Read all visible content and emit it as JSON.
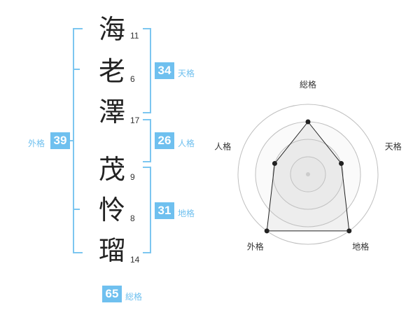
{
  "characters": [
    {
      "char": "海",
      "strokes": "11"
    },
    {
      "char": "老",
      "strokes": "6"
    },
    {
      "char": "澤",
      "strokes": "17"
    },
    {
      "char": "茂",
      "strokes": "9"
    },
    {
      "char": "怜",
      "strokes": "8"
    },
    {
      "char": "瑠",
      "strokes": "14"
    }
  ],
  "groups": {
    "tenkaku": {
      "label": "天格",
      "value": "34"
    },
    "jinkaku": {
      "label": "人格",
      "value": "26"
    },
    "chikaku": {
      "label": "地格",
      "value": "31"
    },
    "gaikaku": {
      "label": "外格",
      "value": "39"
    },
    "soukaku": {
      "label": "総格",
      "value": "65"
    }
  },
  "chart_data": {
    "type": "radar",
    "axes": [
      "総格",
      "天格",
      "地格",
      "外格",
      "人格"
    ],
    "max": 4,
    "values": [
      3,
      2,
      4,
      4,
      2
    ]
  }
}
